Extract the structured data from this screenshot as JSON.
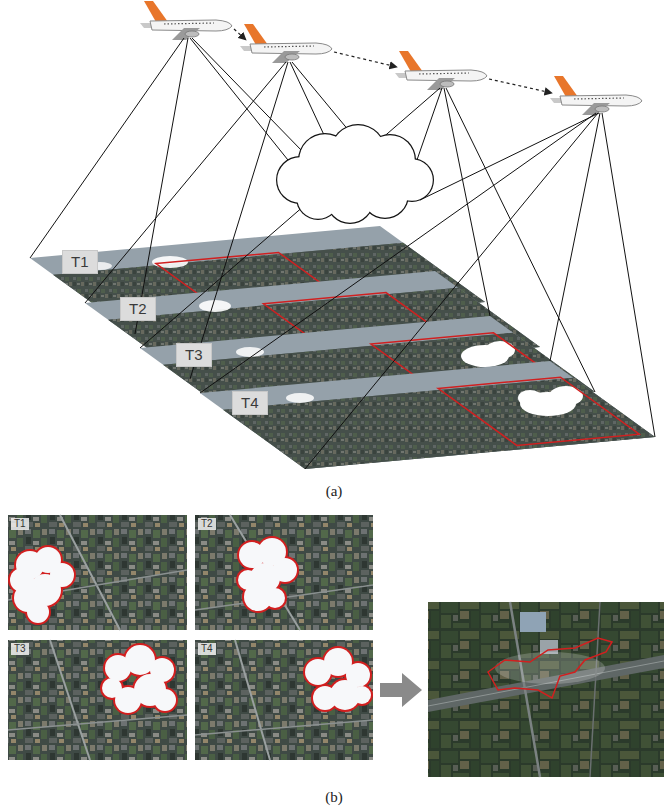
{
  "diagram": {
    "nodes": [
      {
        "text": [
          "T1"
        ]
      },
      {
        "text": [
          "T2"
        ]
      },
      {
        "text": [
          "T3"
        ]
      },
      {
        "text": [
          "T4"
        ]
      }
    ],
    "labels": [
      "(a)",
      "T1",
      "T2",
      "T3",
      "T4",
      "(b)"
    ]
  }
}
